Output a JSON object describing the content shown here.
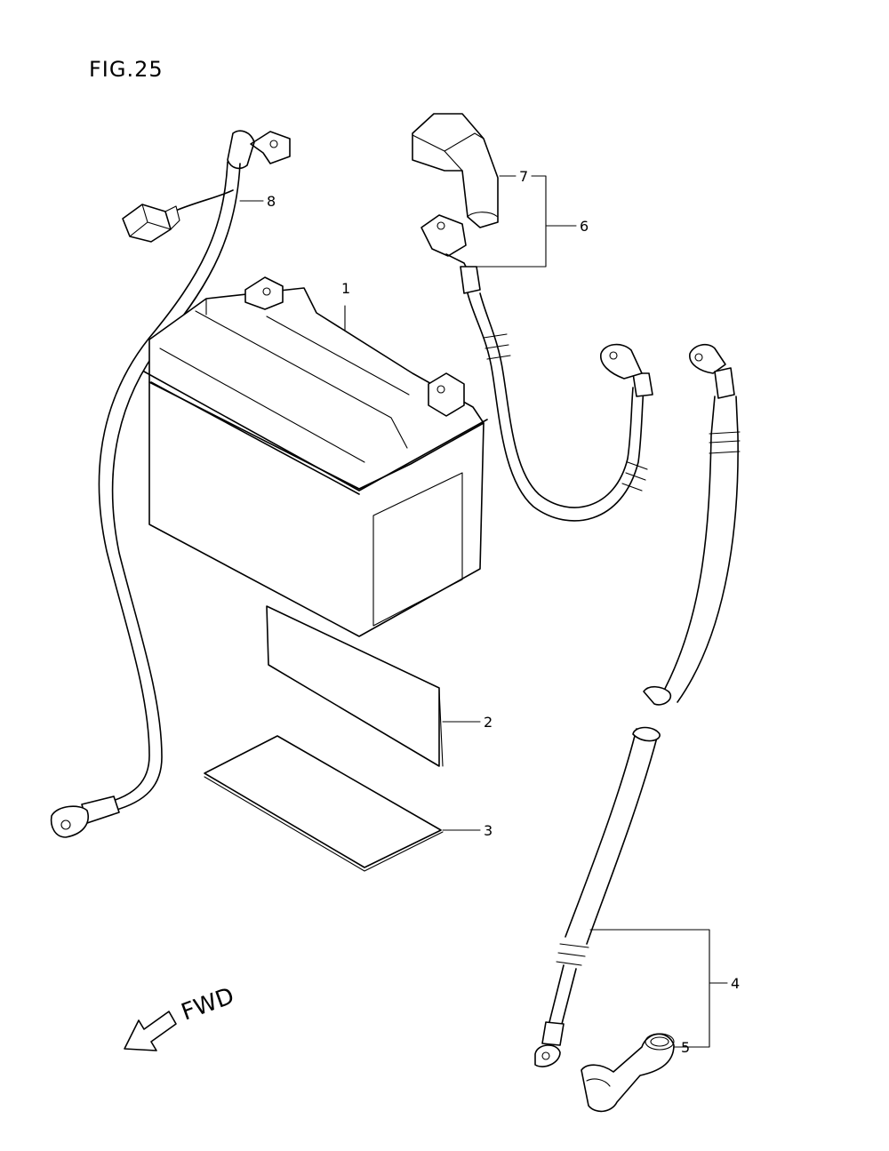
{
  "figure": {
    "title": "FIG.25"
  },
  "direction": {
    "label": "FWD"
  },
  "callouts": [
    {
      "number": "1",
      "part": "battery"
    },
    {
      "number": "2",
      "part": "battery-pad"
    },
    {
      "number": "3",
      "part": "battery-tray-pad"
    },
    {
      "number": "4",
      "part": "negative-battery-lead"
    },
    {
      "number": "5",
      "part": "terminal-cover"
    },
    {
      "number": "6",
      "part": "positive-battery-lead-assembly"
    },
    {
      "number": "7",
      "part": "positive-terminal-cover"
    },
    {
      "number": "8",
      "part": "starter-relay-lead"
    }
  ]
}
